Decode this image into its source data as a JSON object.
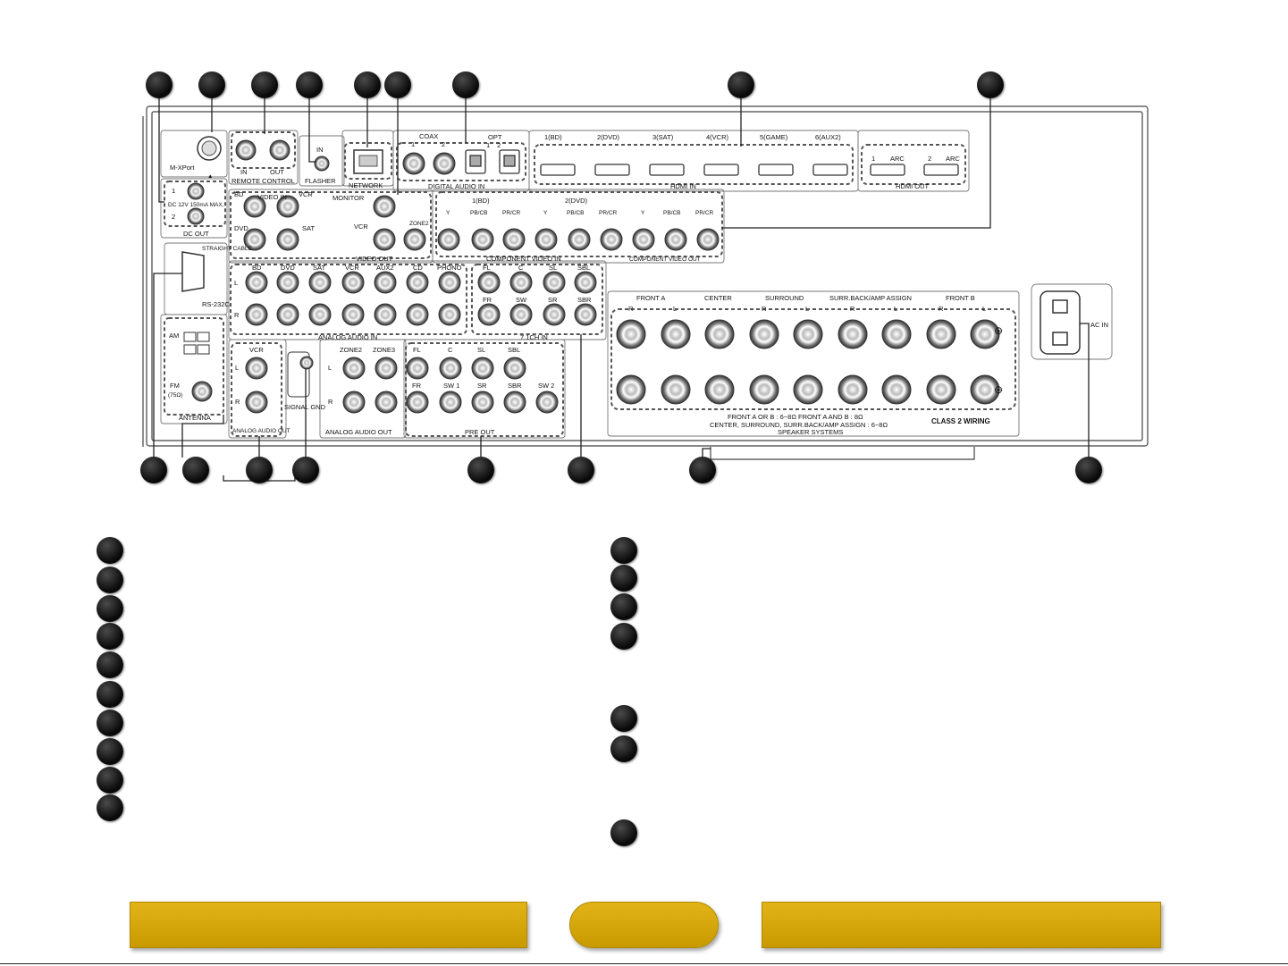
{
  "panel": {
    "top_labels": {
      "mxport": "M-XPort",
      "mxport_arrow": "▲",
      "remote_in": "IN",
      "remote_out": "OUT",
      "remote_control": "REMOTE CONTROL",
      "flasher_in": "IN",
      "flasher": "FLASHER",
      "network": "NETWORK",
      "coax": "COAX",
      "coax_1": "1",
      "coax_2": "2",
      "opt": "OPT",
      "opt_1": "1",
      "opt_2": "2",
      "digital_audio_in": "DIGITAL AUDIO IN",
      "hdmi_in": "HDMI IN",
      "hdmi_out": "HDMI OUT",
      "hdmi_out_1": "1",
      "hdmi_out_2": "2",
      "arc": "ARC"
    },
    "hdmi_inputs": [
      "1(BD)",
      "2(DVD)",
      "3(SAT)",
      "4(VCR)",
      "5(GAME)",
      "6(AUX2)"
    ],
    "dc_out": {
      "label": "DC OUT",
      "spec": "DC 12V 150mA MAX.",
      "n1": "1",
      "n2": "2"
    },
    "video_in": {
      "label": "VIDEO IN",
      "bd": "BD",
      "vcr": "VCR",
      "dvd": "DVD",
      "sat": "SAT"
    },
    "video_out": {
      "label": "VIDEO OUT",
      "monitor": "MONITOR",
      "vcr": "VCR",
      "zone2": "ZONE2"
    },
    "component": {
      "in_label": "COMPONENT VIDEO IN",
      "out_label": "COMPONENT VIDEO OUT",
      "group1": "1(BD)",
      "group2": "2(DVD)",
      "y": "Y",
      "pb": "PB/CB",
      "pr": "PR/CR"
    },
    "rs232c": {
      "label": "RS-232C",
      "cable": "STRAIGHT CABLE"
    },
    "analog_audio_in": {
      "label": "ANALOG AUDIO IN",
      "sources": [
        "BD",
        "DVD",
        "SAT",
        "VCR",
        "AUX2",
        "CD",
        "PHONO"
      ],
      "l": "L",
      "r": "R"
    },
    "ch71_in": {
      "label": "7.1CH IN",
      "top": [
        "FL",
        "C",
        "SL",
        "SBL"
      ],
      "bottom": [
        "FR",
        "SW",
        "SR",
        "SBR"
      ]
    },
    "antenna": {
      "label": "ANTENNA",
      "am": "AM",
      "fm": "FM",
      "fm_ohm": "(75Ω)"
    },
    "analog_audio_out_vcr": {
      "label": "ANALOG AUDIO OUT",
      "vcr": "VCR",
      "l": "L",
      "r": "R"
    },
    "signal_gnd": "SIGNAL GND",
    "analog_audio_out_zone": {
      "label": "ANALOG AUDIO OUT",
      "zone2": "ZONE2",
      "zone3": "ZONE3",
      "l": "L",
      "r": "R"
    },
    "pre_out": {
      "label": "PRE OUT",
      "top": [
        "FL",
        "C",
        "SL",
        "SBL"
      ],
      "bottom": [
        "FR",
        "SW 1",
        "SR",
        "SBR",
        "SW 2"
      ]
    },
    "speakers": {
      "groups": [
        "FRONT A",
        "CENTER",
        "SURROUND",
        "SURR.BACK/AMP ASSIGN",
        "FRONT B"
      ],
      "channels": [
        "R",
        "L",
        "R",
        "L",
        "R",
        "L",
        "R",
        "L"
      ],
      "plus": "⊕",
      "minus": "⊖",
      "spec1": "FRONT A OR B : 6~8Ω     FRONT A AND B : 8Ω",
      "spec2": "CENTER, SURROUND, SURR.BACK/AMP ASSIGN : 6~8Ω",
      "class2": "CLASS 2 WIRING",
      "systems": "SPEAKER SYSTEMS"
    },
    "ac_in": "AC IN"
  },
  "colors": {
    "button_fill": "#d4a80b",
    "callout_fill": "#111111",
    "panel_stroke": "#555555"
  }
}
